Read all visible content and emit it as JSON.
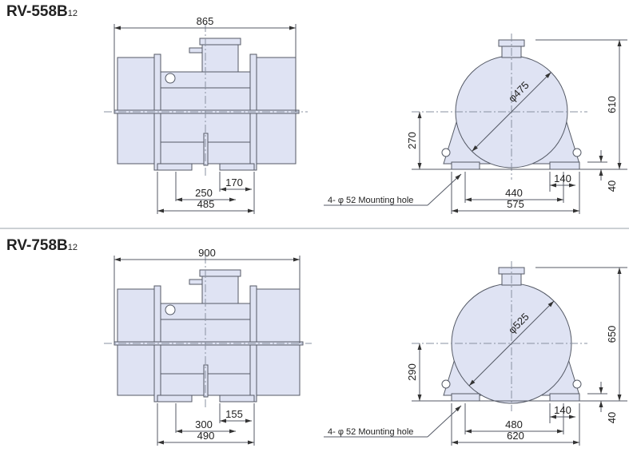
{
  "models": [
    {
      "name": "RV-558B",
      "suffix": "12",
      "side_view": {
        "overall_length": "865",
        "foot_width": "170",
        "foot_center_spacing": "250",
        "foot_overall": "485"
      },
      "end_view": {
        "diameter": "φ475",
        "total_height": "610",
        "center_height": "270",
        "foot_thickness": "40",
        "hole_spacing": "440",
        "base_width": "575",
        "foot_length": "140",
        "mounting_note": "4- φ 52  Mounting hole"
      }
    },
    {
      "name": "RV-758B",
      "suffix": "12",
      "side_view": {
        "overall_length": "900",
        "foot_width": "155",
        "foot_center_spacing": "300",
        "foot_overall": "490"
      },
      "end_view": {
        "diameter": "φ525",
        "total_height": "650",
        "center_height": "290",
        "foot_thickness": "40",
        "hole_spacing": "480",
        "base_width": "620",
        "foot_length": "140",
        "mounting_note": "4- φ 52  Mounting hole"
      }
    }
  ],
  "colors": {
    "body": "#dfe3f3",
    "line": "#555a66",
    "dim": "#333333"
  }
}
